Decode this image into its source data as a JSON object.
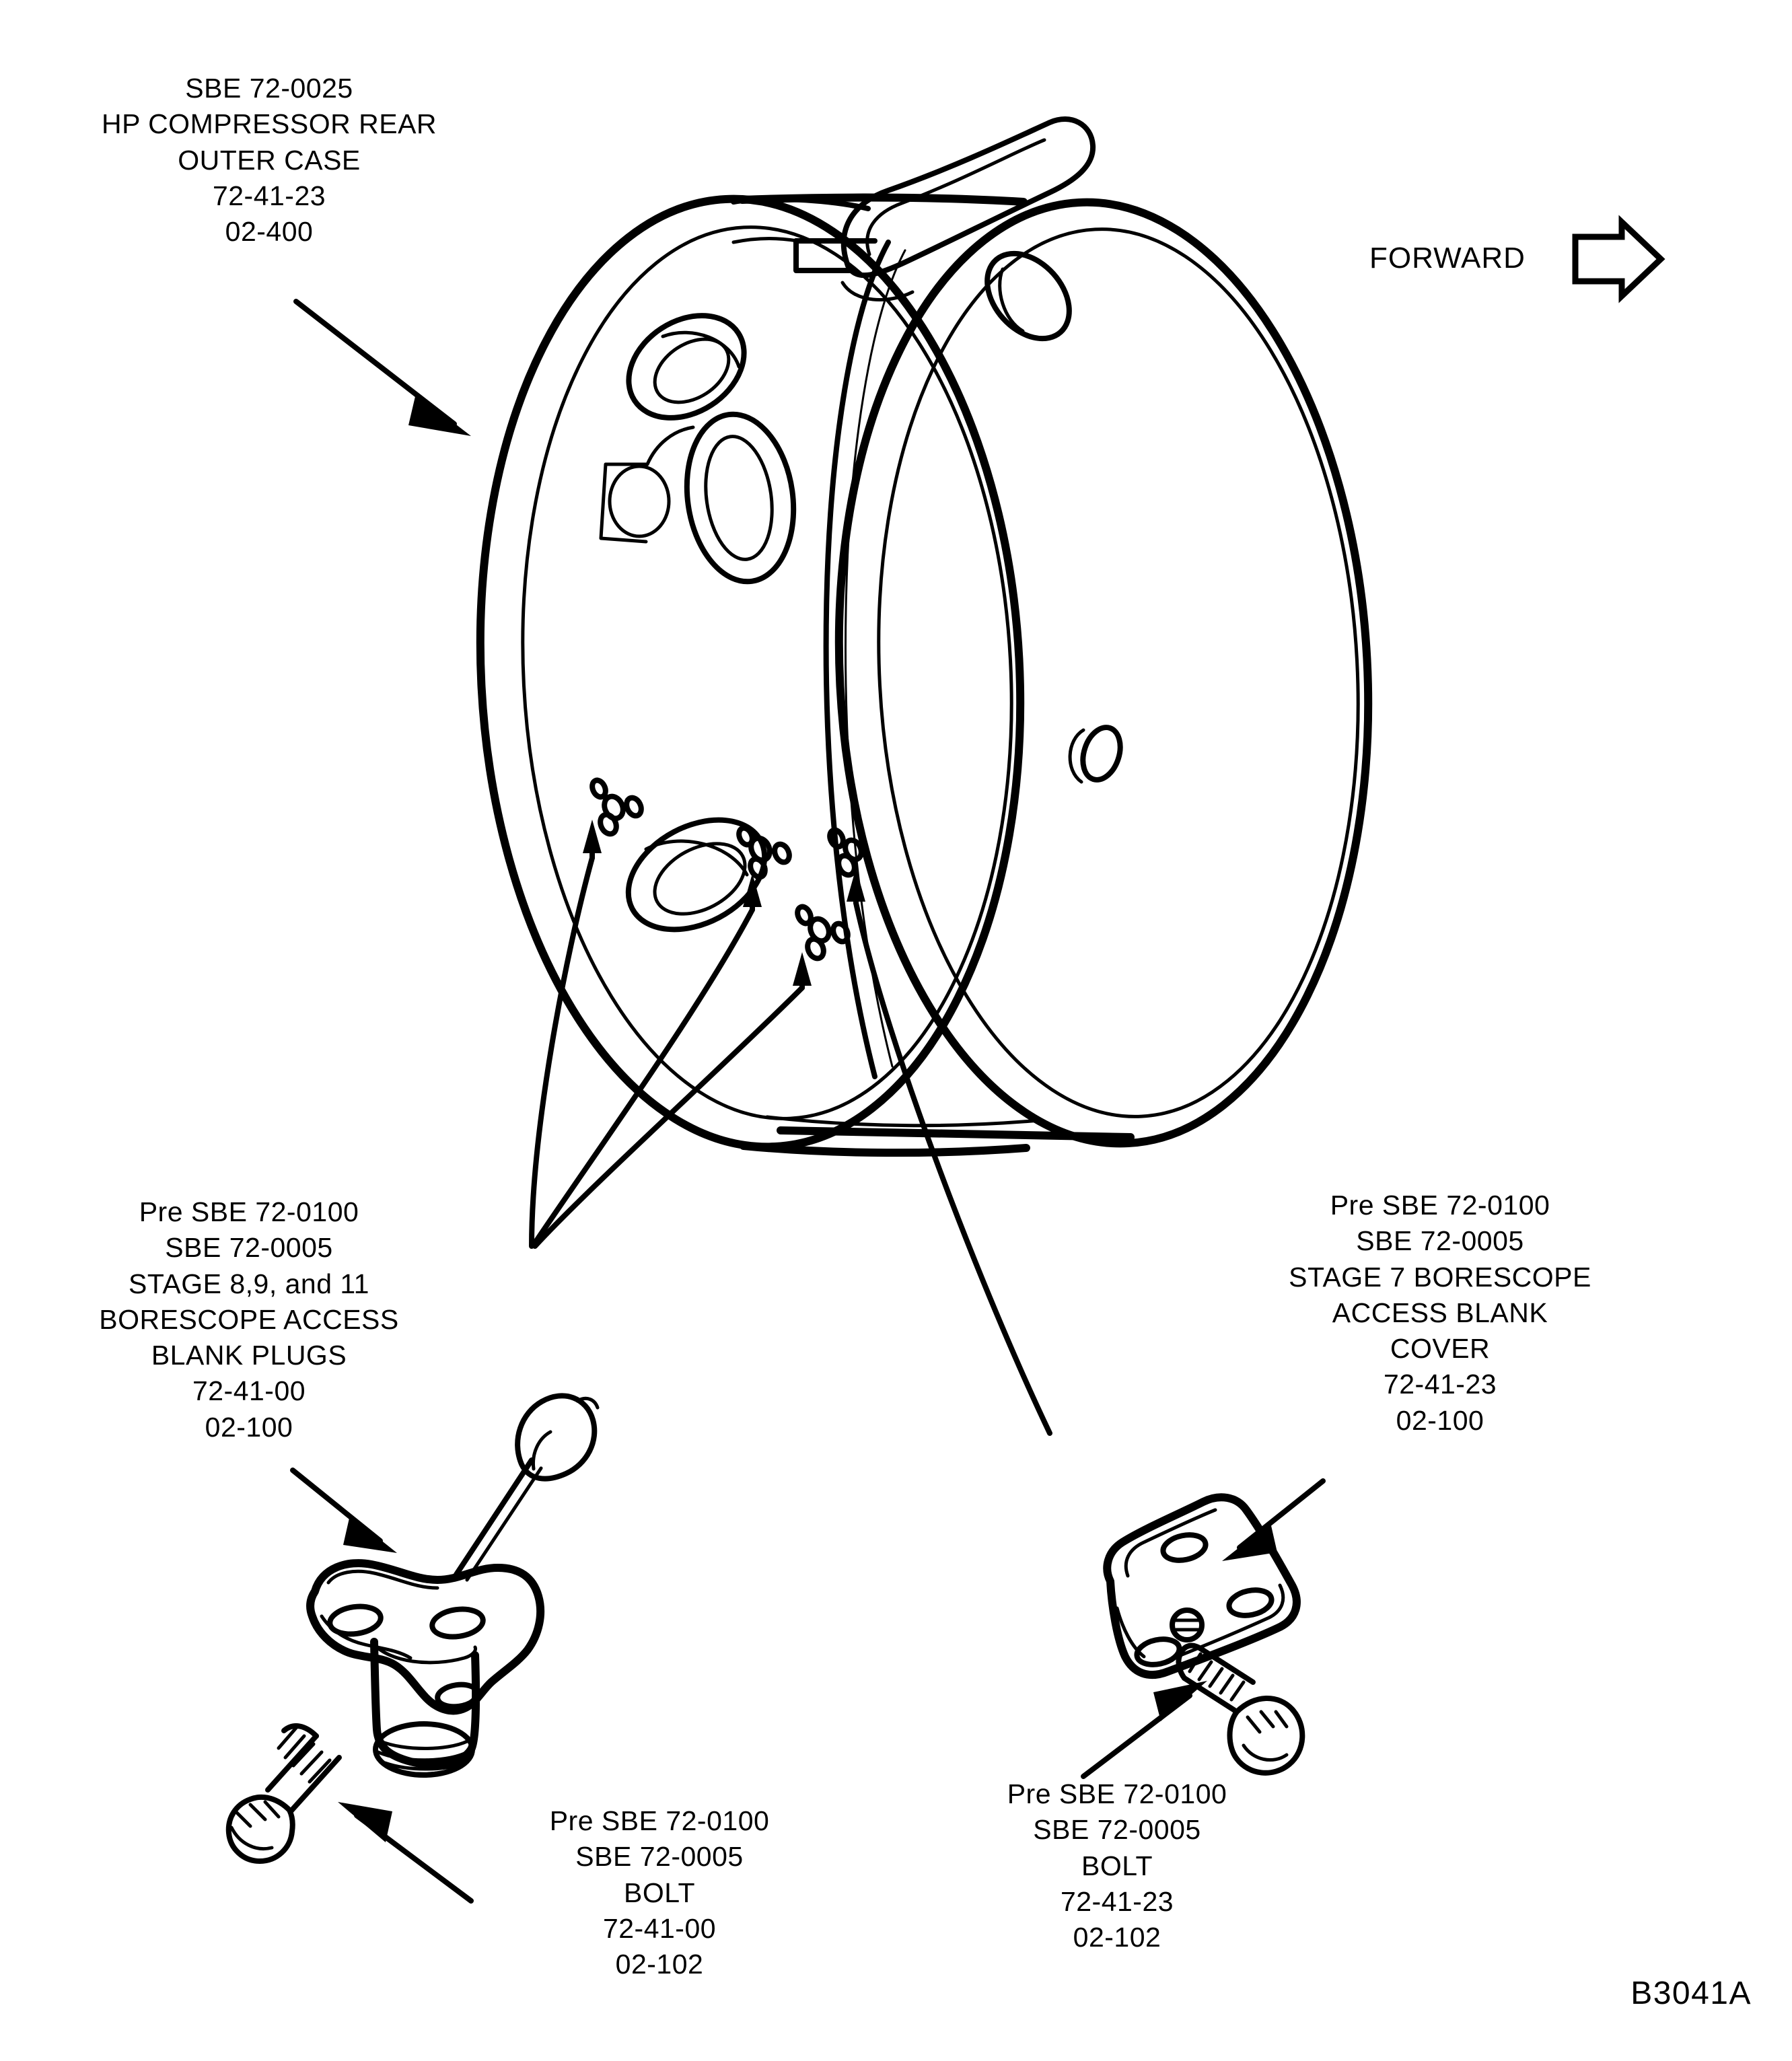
{
  "figure": {
    "id": "B3041A",
    "orientation_label": "FORWARD",
    "orientation_icon": "right-arrow-icon"
  },
  "callouts": [
    {
      "name": "hp-compressor-rear-outer-case",
      "lines": [
        "SBE 72-0025",
        "HP COMPRESSOR REAR",
        "OUTER CASE",
        "72-41-23",
        "02-400"
      ],
      "text": "SBE 72-0025\nHP COMPRESSOR REAR\nOUTER CASE\n72-41-23\n02-400"
    },
    {
      "name": "stage-8-9-11-borescope-access-blank-plugs",
      "lines": [
        "Pre SBE 72-0100",
        "SBE 72-0005",
        "STAGE 8,9, and 11",
        "BORESCOPE ACCESS",
        "BLANK PLUGS",
        "72-41-00",
        "02-100"
      ],
      "text": "Pre SBE 72-0100\nSBE 72-0005\nSTAGE 8,9, and 11\nBORESCOPE ACCESS\nBLANK PLUGS\n72-41-00\n02-100"
    },
    {
      "name": "stage-7-borescope-access-blank-cover",
      "lines": [
        "Pre SBE 72-0100",
        "SBE 72-0005",
        "STAGE 7 BORESCOPE",
        "ACCESS BLANK",
        "COVER",
        "72-41-23",
        "02-100"
      ],
      "text": "Pre SBE 72-0100\nSBE 72-0005\nSTAGE 7 BORESCOPE\nACCESS BLANK\nCOVER\n72-41-23\n02-100"
    },
    {
      "name": "bolt-72-41-00",
      "lines": [
        "Pre SBE 72-0100",
        "SBE 72-0005",
        "BOLT",
        "72-41-00",
        "02-102"
      ],
      "text": "Pre SBE 72-0100\nSBE 72-0005\nBOLT\n72-41-00\n02-102"
    },
    {
      "name": "bolt-72-41-23",
      "lines": [
        "Pre SBE 72-0100",
        "SBE 72-0005",
        "BOLT",
        "72-41-23",
        "02-102"
      ],
      "text": "Pre SBE 72-0100\nSBE 72-0005\nBOLT\n72-41-23\n02-102"
    }
  ],
  "colors": {
    "ink": "#000000",
    "paper": "#ffffff"
  }
}
